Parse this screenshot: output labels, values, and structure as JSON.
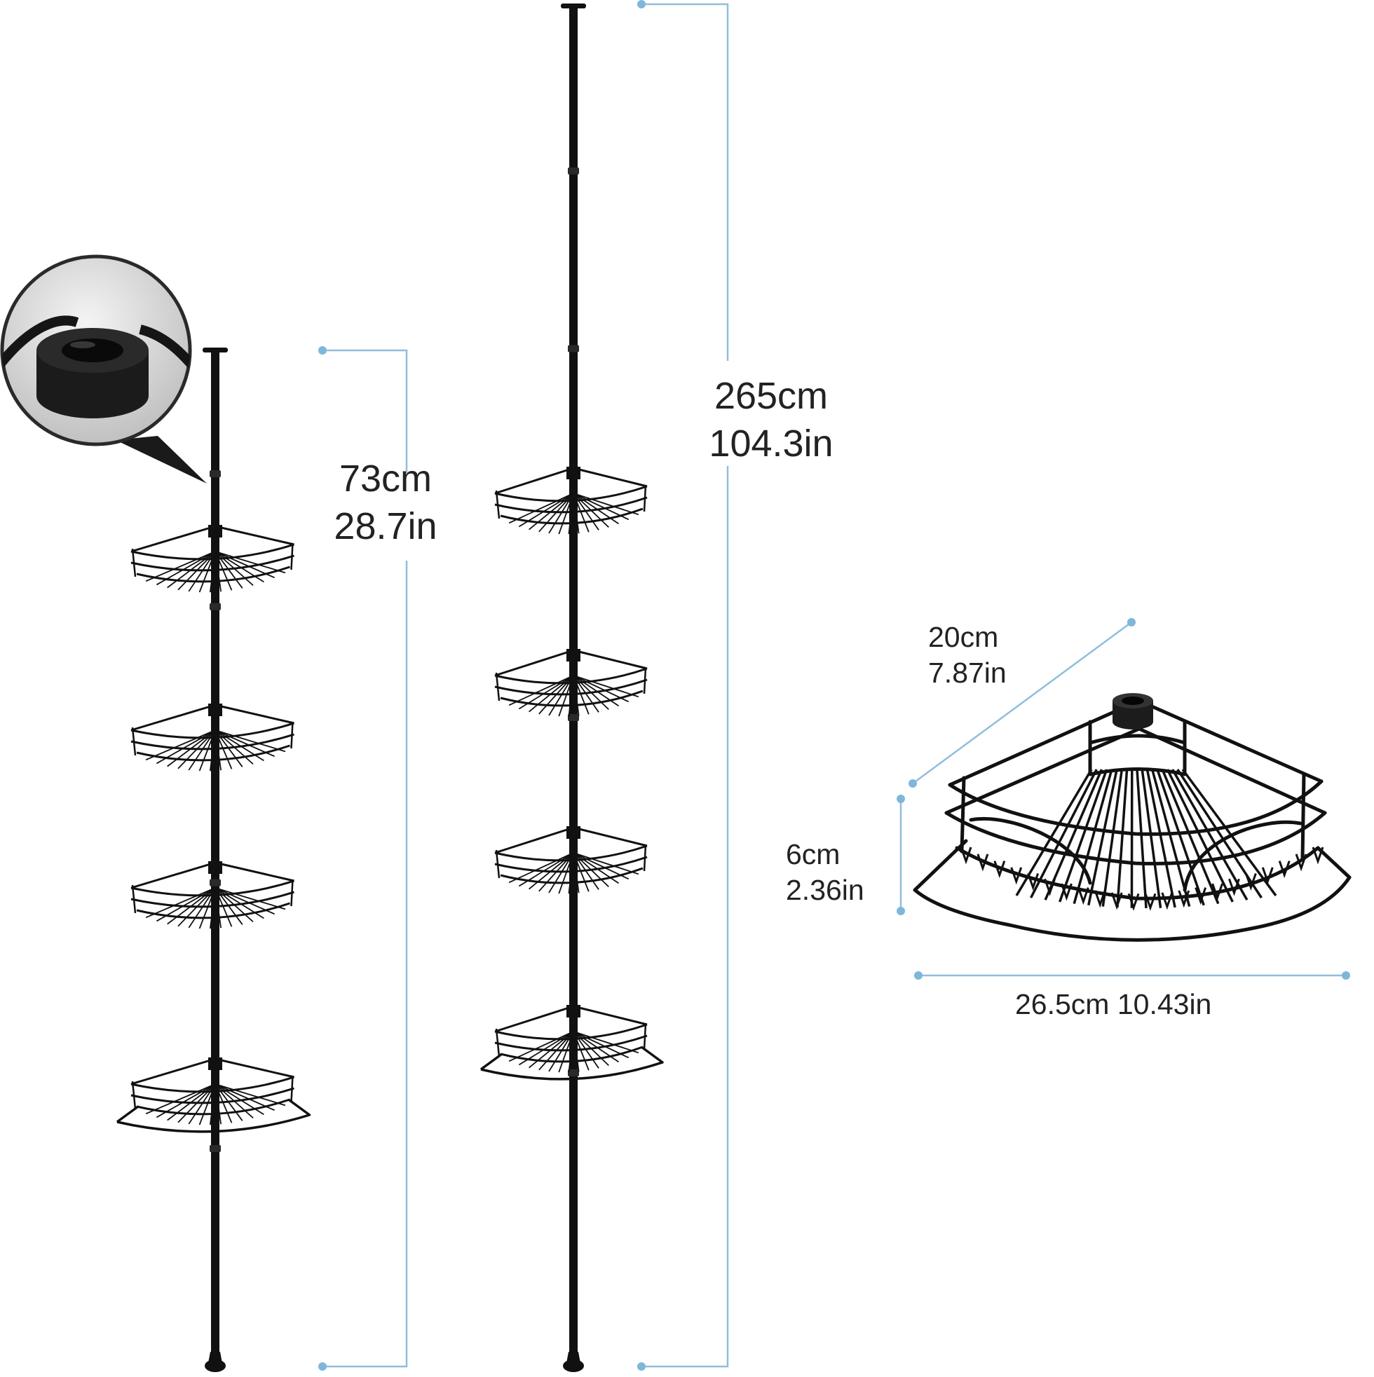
{
  "colors": {
    "dimension_line": "#8fbedc",
    "dimension_dot": "#7fb7da",
    "product": "#111111",
    "text": "#222222",
    "background": "#ffffff"
  },
  "dimensions": {
    "short_height": {
      "cm": "73cm",
      "in": "28.7in"
    },
    "tall_height": {
      "cm": "265cm",
      "in": "104.3in"
    },
    "basket_depth": {
      "cm": "20cm",
      "in": "7.87in"
    },
    "basket_height": {
      "cm": "6cm",
      "in": "2.36in"
    },
    "basket_width": "26.5cm 10.43in"
  },
  "icons": {
    "zoom_detail": "rubber-end-cap-closeup",
    "product_short": "corner-shower-caddy-pole-retracted",
    "product_tall": "corner-shower-caddy-pole-extended",
    "product_basket": "corner-wire-basket"
  }
}
